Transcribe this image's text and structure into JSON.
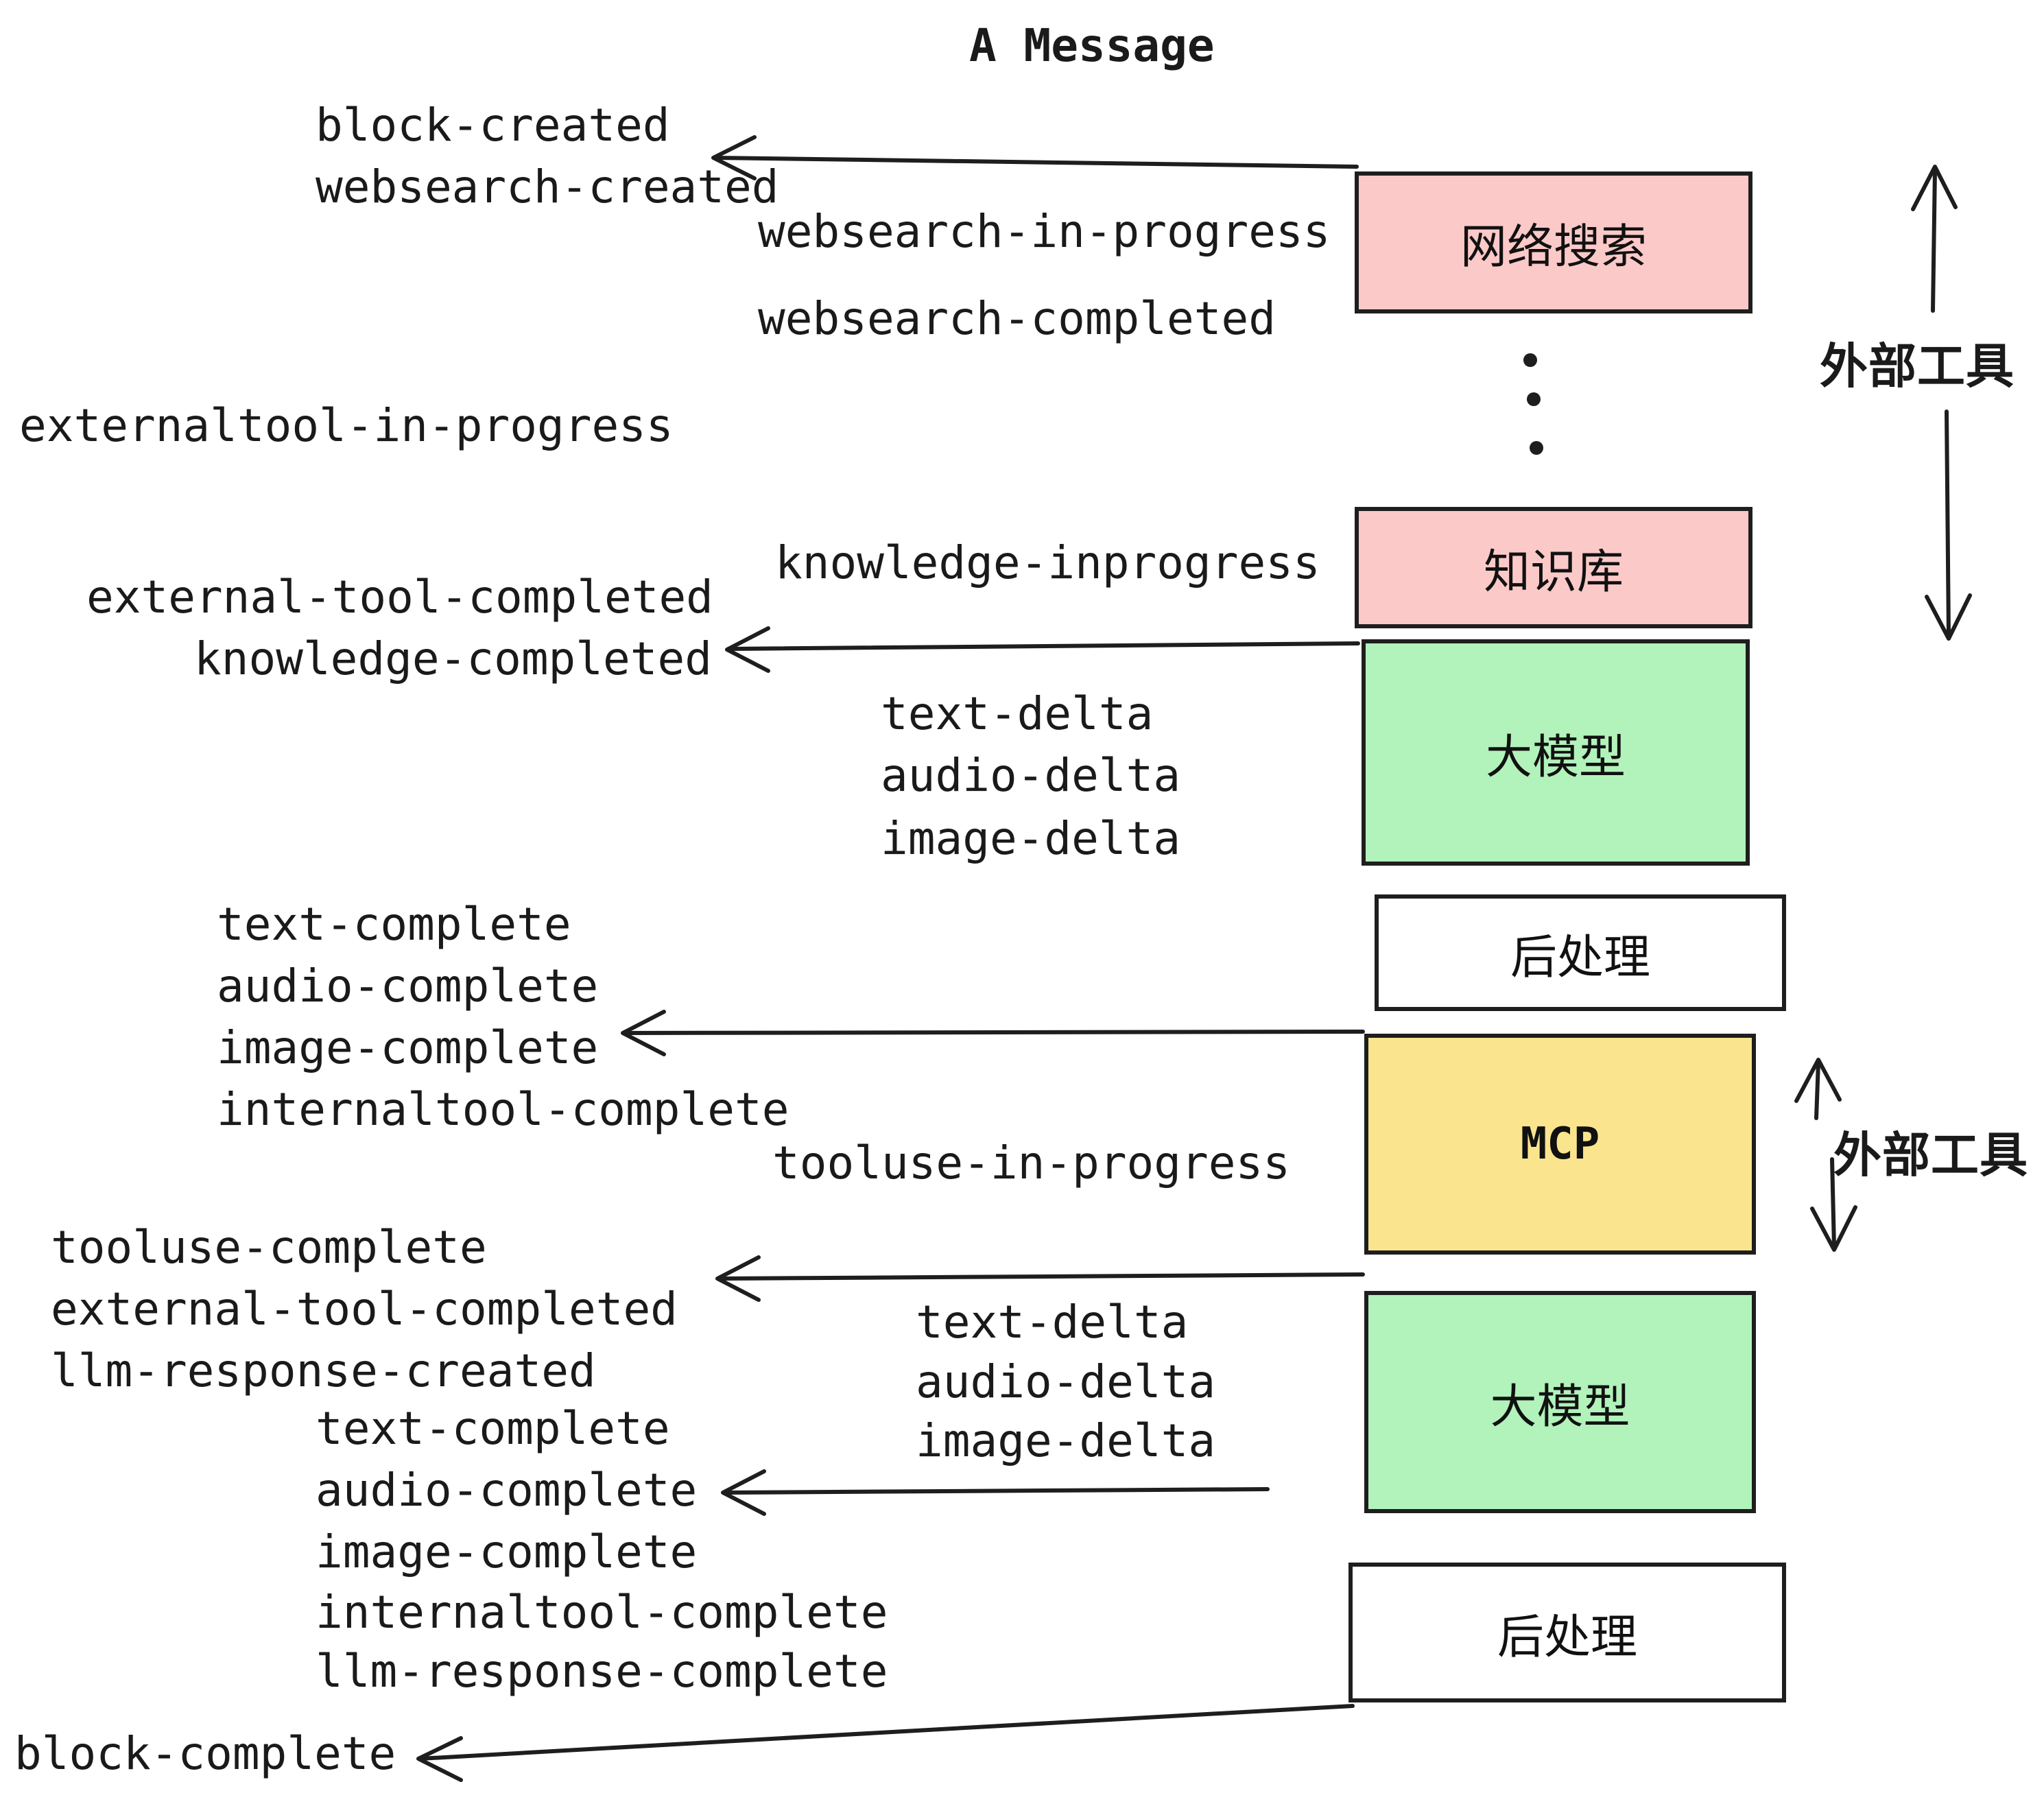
{
  "title": "A Message",
  "colors": {
    "box_pink": "#fcc9c9",
    "box_green": "#b2f2bb",
    "box_yellow": "#fae58e",
    "box_white": "#ffffff",
    "stroke": "#1e1e1e",
    "text": "#1a1a1a"
  },
  "boxes": [
    {
      "label": "网络搜索",
      "color": "pink"
    },
    {
      "label": "知识库",
      "color": "pink"
    },
    {
      "label": "大模型",
      "color": "green"
    },
    {
      "label": "后处理",
      "color": "white"
    },
    {
      "label": "MCP",
      "color": "yellow"
    },
    {
      "label": "大模型",
      "color": "green"
    },
    {
      "label": "后处理",
      "color": "white"
    }
  ],
  "side_labels": [
    {
      "text": "外部工具"
    },
    {
      "text": "外部工具"
    }
  ],
  "events": [
    {
      "text": "block-created"
    },
    {
      "text": "websearch-created"
    },
    {
      "text": "websearch-in-progress"
    },
    {
      "text": "websearch-completed"
    },
    {
      "text": "externaltool-in-progress"
    },
    {
      "text": "knowledge-inprogress"
    },
    {
      "text": "external-tool-completed"
    },
    {
      "text": "knowledge-completed"
    },
    {
      "text": "text-delta"
    },
    {
      "text": "audio-delta"
    },
    {
      "text": "image-delta"
    },
    {
      "text": "text-complete"
    },
    {
      "text": "audio-complete"
    },
    {
      "text": "image-complete"
    },
    {
      "text": "internaltool-complete"
    },
    {
      "text": "tooluse-in-progress"
    },
    {
      "text": "tooluse-complete"
    },
    {
      "text": "external-tool-completed"
    },
    {
      "text": "llm-response-created"
    },
    {
      "text": "text-delta"
    },
    {
      "text": "audio-delta"
    },
    {
      "text": "image-delta"
    },
    {
      "text": "text-complete"
    },
    {
      "text": "audio-complete"
    },
    {
      "text": "image-complete"
    },
    {
      "text": "internaltool-complete"
    },
    {
      "text": "llm-response-complete"
    },
    {
      "text": "block-complete"
    }
  ]
}
